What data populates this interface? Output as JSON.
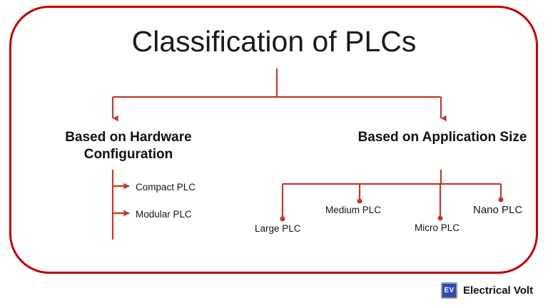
{
  "diagram": {
    "title": "Classification of PLCs",
    "frame_color": "#C00000",
    "connector_color": "#C0392B",
    "text_color": "#141414",
    "branches": [
      {
        "id": "hardware",
        "heading": "Based on Hardware Configuration",
        "leaves": [
          {
            "label": "Compact PLC"
          },
          {
            "label": "Modular PLC"
          }
        ]
      },
      {
        "id": "application",
        "heading": "Based on Application Size",
        "leaves": [
          {
            "label": "Large PLC"
          },
          {
            "label": "Medium PLC"
          },
          {
            "label": "Micro PLC"
          },
          {
            "label": "Nano PLC"
          }
        ]
      }
    ]
  },
  "footer": {
    "logo_initials": "EV",
    "brand_name": "Electrical Volt"
  }
}
